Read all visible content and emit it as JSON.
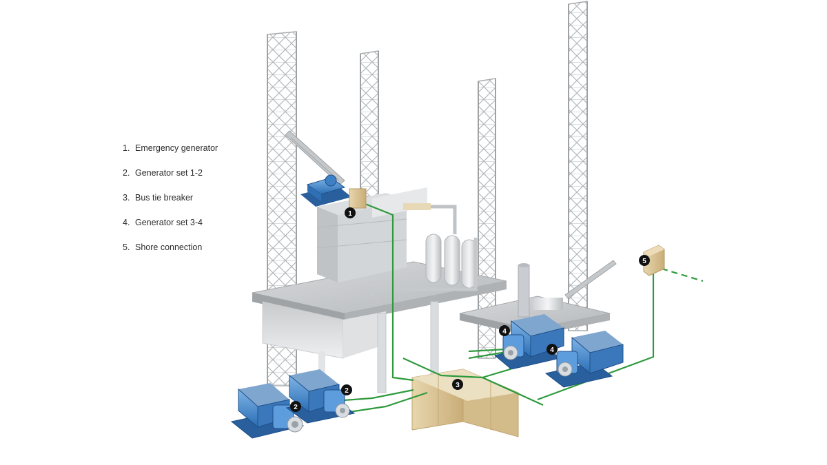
{
  "legend": [
    {
      "number": "1.",
      "label": "Emergency generator"
    },
    {
      "number": "2.",
      "label": "Generator set 1-2"
    },
    {
      "number": "3.",
      "label": "Bus tie breaker"
    },
    {
      "number": "4.",
      "label": "Generator set 3-4"
    },
    {
      "number": "5.",
      "label": "Shore connection"
    }
  ],
  "markers": {
    "emergency_generator": "1",
    "generator_set_1_2": "2",
    "bus_tie_breaker": "3",
    "generator_set_3_4": "4",
    "shore_connection": "5"
  },
  "colors": {
    "power_line": "#2e9a3c",
    "generator_blue": "#2f78c4",
    "switchboard": "#d9c49a",
    "platform": "#b9bcbf",
    "tower": "#c7cacc",
    "badge": "#111111"
  }
}
